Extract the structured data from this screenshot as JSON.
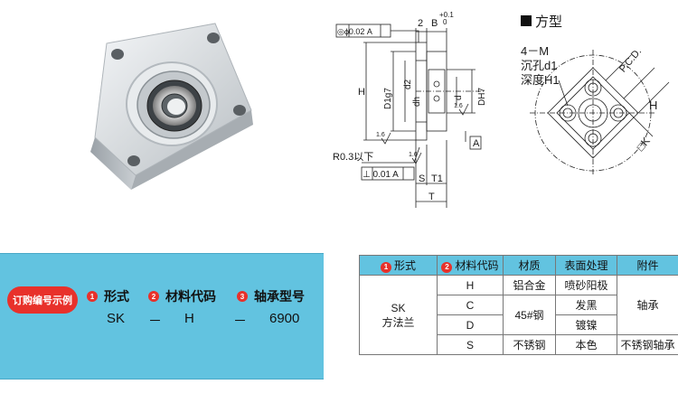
{
  "drawing": {
    "section_title": "方型",
    "flatness": "◎ϕ0.02 A",
    "flange_thickness": "2",
    "b_label": "B",
    "b_tol_upper": "+0.1",
    "b_tol_lower": "0",
    "h_label": "H",
    "d1_label": "D1g7",
    "d2_label": "d2",
    "dh_label": "dh",
    "d_label": "d",
    "dh7_label": "DH7",
    "roughness_1": "1.6",
    "roughness_2": "1.6",
    "roughness_3": "1.6",
    "datum_a": "A",
    "radius_note": "R0.3以下",
    "perpendicular": "⊥ 0.01 A",
    "s_label": "S",
    "t1_label": "T1",
    "t_label": "T",
    "hole_count": "4－M",
    "counterbore": "沉孔d1",
    "depth": "深度H1",
    "pcd": "P.C.D.",
    "side_h": "H",
    "side_k": "□K"
  },
  "order_example": {
    "badge": "订购编号示例",
    "headers": [
      {
        "num": "1",
        "label": "形式"
      },
      {
        "num": "2",
        "label": "材料代码"
      },
      {
        "num": "3",
        "label": "轴承型号"
      }
    ],
    "values": [
      "SK",
      "－",
      "H",
      "－",
      "6900"
    ]
  },
  "spec_table": {
    "headers": [
      {
        "num": "1",
        "label": "形式"
      },
      {
        "num": "2",
        "label": "材料代码"
      },
      {
        "num": "",
        "label": "材质"
      },
      {
        "num": "",
        "label": "表面处理"
      },
      {
        "num": "",
        "label": "附件"
      }
    ],
    "form": "SK\n方法兰",
    "rows": [
      {
        "code": "H",
        "material": "铝合金",
        "surface": "喷砂阳极"
      },
      {
        "code": "C",
        "material": "45#钢",
        "surface": "发黑"
      },
      {
        "code": "D",
        "material": "",
        "surface": "镀镍"
      },
      {
        "code": "S",
        "material": "不锈钢",
        "surface": "本色"
      }
    ],
    "accessory_1": "轴承",
    "accessory_2": "不锈钢轴承"
  }
}
